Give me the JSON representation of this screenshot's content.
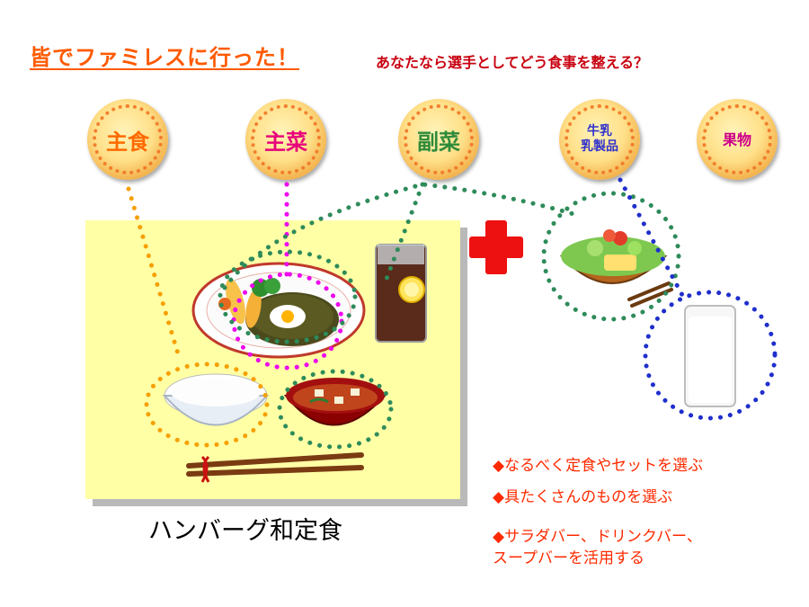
{
  "title": "皆でファミレスに行った！",
  "subtitle": "あなたなら選手としてどう食事を整える？",
  "categories": [
    {
      "label": "主食",
      "color": "#ff6a00"
    },
    {
      "label": "主菜",
      "color": "#e8007a"
    },
    {
      "label": "副菜",
      "color": "#2e8b3a"
    },
    {
      "label_line1": "牛乳",
      "label_line2": "乳製品",
      "color": "#3333cc"
    },
    {
      "label": "果物",
      "color": "#cc0088"
    }
  ],
  "caption": "ハンバーグ和定食",
  "tips": [
    "◆なるべく定食やセットを選ぶ",
    "◆具たくさんのものを選ぶ",
    "◆サラダバー、ドリンクバー、",
    "スープバーを活用する"
  ],
  "colors": {
    "shushoku_line": "#f5a000",
    "shusai_line": "#ee00ee",
    "fukusai_line": "#2e8b5a",
    "milk_line": "#1f2fcc",
    "plus": "#ee1111"
  }
}
